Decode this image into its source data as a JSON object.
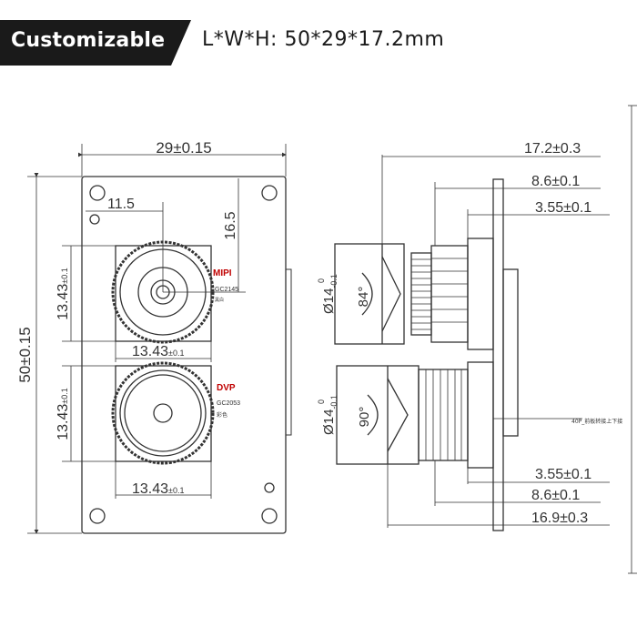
{
  "header": {
    "badge_label": "Customizable",
    "spec_label": "L*W*H:",
    "spec_value": "50*29*17.2mm"
  },
  "front_view": {
    "width_dim": "29±0.15",
    "height_dim": "50±0.15",
    "offset_x": "11.5",
    "offset_y": "16.5",
    "top_module": {
      "interface": "MIPI",
      "sensor": "GC2145",
      "note": "黑白",
      "width_dim": "13.43",
      "width_tol": "±0.1",
      "height_dim": "13.43",
      "height_tol": "±0.1"
    },
    "bottom_module": {
      "interface": "DVP",
      "sensor": "GC2053",
      "note": "彩色",
      "width_dim": "13.43",
      "width_tol": "±0.1",
      "height_dim": "13.43",
      "height_tol": "±0.1"
    }
  },
  "side_view": {
    "total_top": "17.2±0.3",
    "mid_top": "8.6±0.1",
    "small_top": "3.55±0.1",
    "small_bottom": "3.55±0.1",
    "mid_bottom": "8.6±0.1",
    "total_bottom": "16.9±0.3",
    "top_lens_diameter": "Ø14",
    "top_lens_tol_upper": "0",
    "top_lens_tol_lower": "-0.1",
    "top_lens_fov": "84°",
    "bottom_lens_diameter": "Ø14",
    "bottom_lens_tol_upper": "0",
    "bottom_lens_tol_lower": "-0.1",
    "bottom_lens_fov": "90°",
    "connector_note": "40P_前板转接上下接"
  },
  "colors": {
    "badge_bg": "#1a1a1a",
    "line": "#333333",
    "label_red": "#c00000"
  }
}
